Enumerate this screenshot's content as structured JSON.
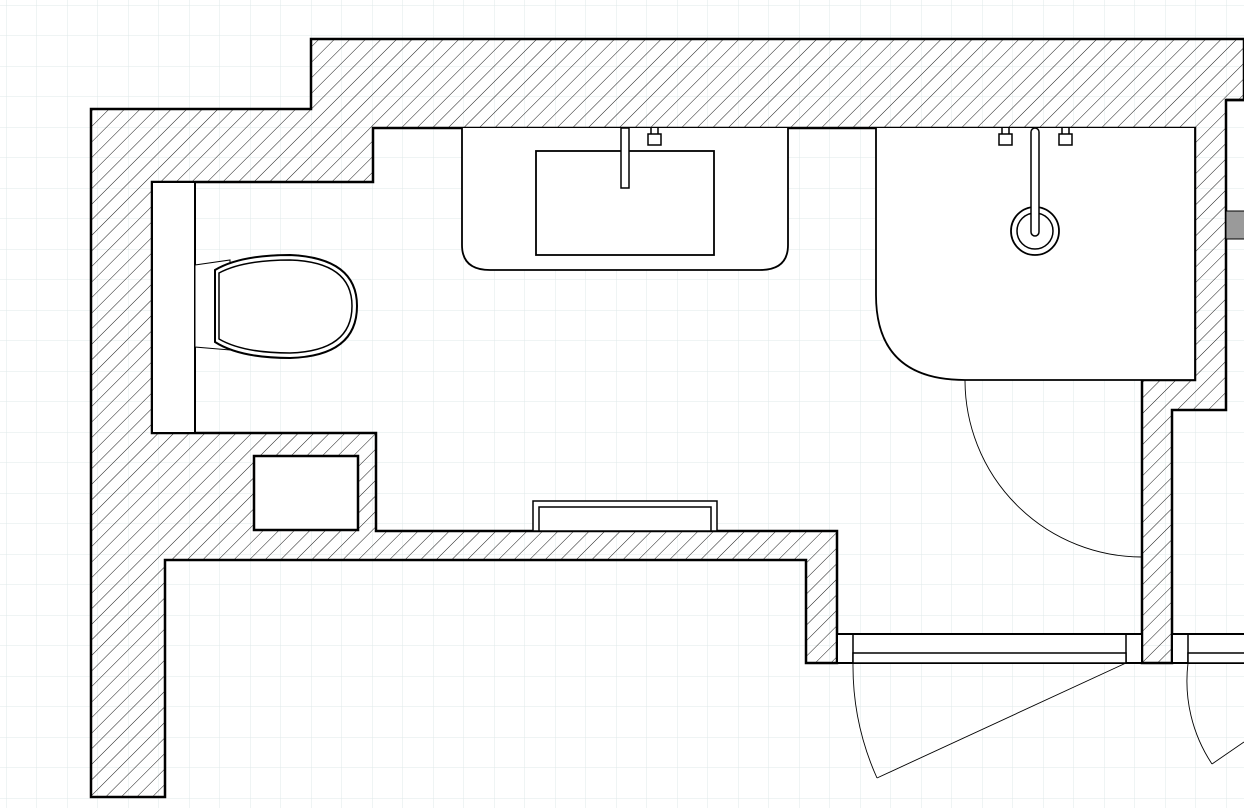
{
  "diagram": {
    "kind": "floor-plan",
    "colors": {
      "background": "#ffffff",
      "grid": "#dfe9ea",
      "line": "#000000",
      "hatch": "#000000",
      "wall_fill": "#ffffff",
      "accent_fill": "#9a9a9a"
    },
    "fixtures": [
      {
        "name": "toilet",
        "icon": "toilet-icon"
      },
      {
        "name": "cistern",
        "icon": "cistern-icon"
      },
      {
        "name": "sink-vanity",
        "icon": "sink-icon"
      },
      {
        "name": "shower-tray",
        "icon": "shower-icon"
      },
      {
        "name": "radiator",
        "icon": "radiator-icon"
      },
      {
        "name": "storage-box",
        "icon": "box-icon"
      }
    ],
    "doors": [
      {
        "name": "shower-door",
        "icon": "door-swing-icon"
      },
      {
        "name": "entry-door",
        "icon": "door-swing-icon"
      },
      {
        "name": "next-room-door",
        "icon": "door-swing-icon"
      }
    ]
  }
}
